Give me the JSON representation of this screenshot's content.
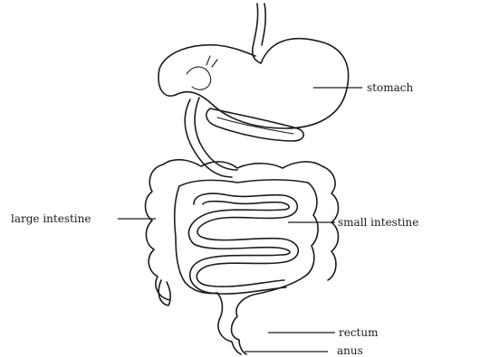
{
  "labels": {
    "stomach": "stomach",
    "large_intestine": "large intestine",
    "small_intestine": "small intestine",
    "rectum": "rectum",
    "anus": "anus"
  }
}
